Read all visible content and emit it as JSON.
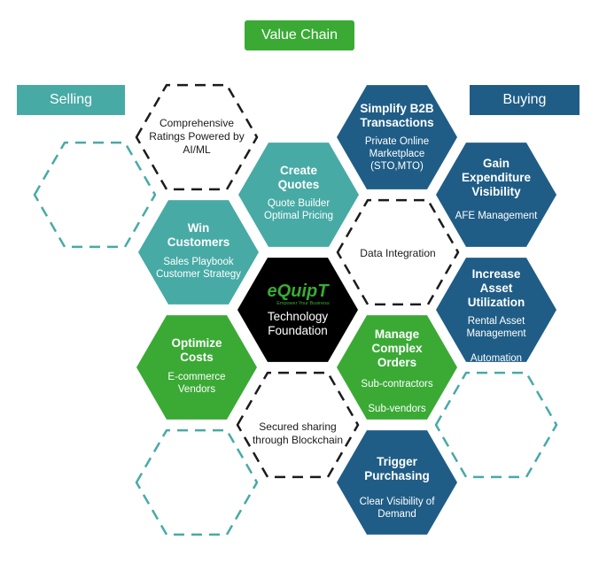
{
  "title": "Value Chain",
  "selling_label": "Selling",
  "buying_label": "Buying",
  "colors": {
    "green": "#3aaa35",
    "teal": "#47aaa5",
    "navy": "#1f5d86",
    "black": "#000000",
    "dash_dark": "#1b1b1b",
    "dash_teal": "#47aaa5"
  },
  "center": {
    "logo": "eQuipT",
    "tagline": "Empower Your Business",
    "line1": "Technology",
    "line2": "Foundation"
  },
  "hexes": [
    {
      "id": "comprehensive-ratings",
      "style": "dashed-dark",
      "title": [],
      "sub": [
        "Comprehensive",
        "Ratings Powered by",
        "AI/ML"
      ]
    },
    {
      "id": "simplify-b2b",
      "style": "navy",
      "title": [
        "Simplify B2B",
        "Transactions"
      ],
      "sub": [
        "Private Online",
        "Marketplace",
        "(STO,MTO)"
      ]
    },
    {
      "id": "create-quotes",
      "style": "teal",
      "title": [
        "Create",
        "Quotes"
      ],
      "sub": [
        "Quote Builder",
        "Optimal Pricing"
      ]
    },
    {
      "id": "gain-expenditure",
      "style": "navy",
      "title": [
        "Gain",
        "Expenditure",
        "Visibility"
      ],
      "sub": [
        "AFE Management"
      ]
    },
    {
      "id": "win-customers",
      "style": "teal",
      "title": [
        "Win",
        "Customers"
      ],
      "sub": [
        "Sales Playbook",
        "Customer Strategy"
      ]
    },
    {
      "id": "data-integration",
      "style": "dashed-dark",
      "title": [],
      "sub": [
        "Data Integration"
      ]
    },
    {
      "id": "increase-asset",
      "style": "navy",
      "title": [
        "Increase",
        "Asset",
        "Utilization"
      ],
      "sub": [
        "Rental Asset",
        "Management",
        "",
        "Automation"
      ]
    },
    {
      "id": "optimize-costs",
      "style": "green",
      "title": [
        "Optimize",
        "Costs"
      ],
      "sub": [
        "E-commerce",
        "Vendors"
      ]
    },
    {
      "id": "manage-orders",
      "style": "green",
      "title": [
        "Manage",
        "Complex",
        "Orders"
      ],
      "sub": [
        "Sub-contractors",
        "",
        "Sub-vendors"
      ]
    },
    {
      "id": "secured-sharing",
      "style": "dashed-dark",
      "title": [],
      "sub": [
        "Secured sharing",
        "through Blockchain"
      ]
    },
    {
      "id": "trigger-purchasing",
      "style": "navy",
      "title": [
        "Trigger",
        "Purchasing"
      ],
      "sub": [
        "Clear Visibility of",
        "Demand"
      ]
    },
    {
      "id": "empty-left",
      "style": "dashed-teal",
      "title": [],
      "sub": []
    },
    {
      "id": "empty-right",
      "style": "dashed-teal",
      "title": [],
      "sub": []
    },
    {
      "id": "empty-bottom-left",
      "style": "dashed-teal",
      "title": [],
      "sub": []
    }
  ]
}
